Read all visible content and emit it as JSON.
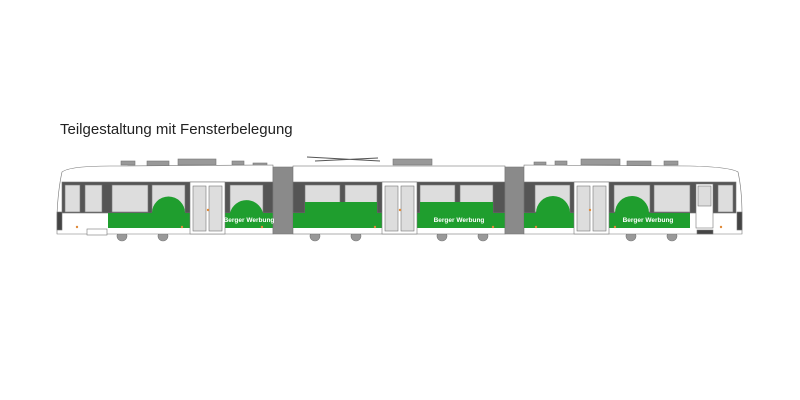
{
  "heading": "Teilgestaltung mit Fensterbelegung",
  "tram": {
    "ad_text": [
      "Berger Werbung",
      "Berger Werbung",
      "Berger Werbung"
    ],
    "colors": {
      "green": "#1f9e2e",
      "body": "#ffffff",
      "window": "#dcdcdc",
      "pillar": "#555555",
      "joint": "#8a8a8a",
      "accent": "#e08a3a"
    }
  }
}
